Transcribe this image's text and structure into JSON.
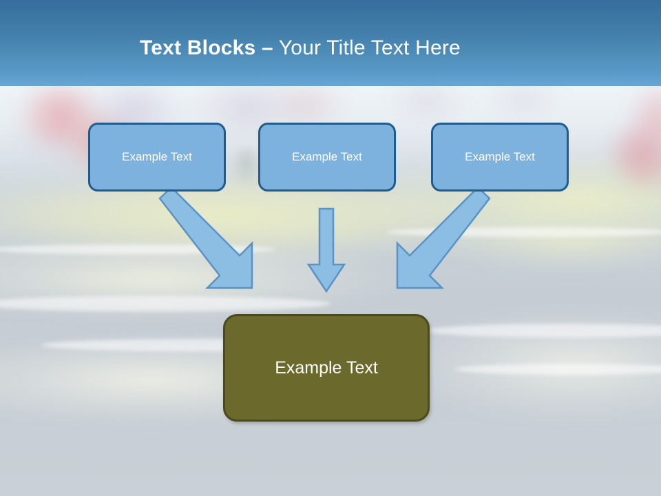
{
  "slide": {
    "title_bold": "Text Blocks –",
    "title_regular": " Your Title Text Here",
    "title_full": "Text Blocks – Your Title Text Here"
  },
  "header": {
    "band_color_top": "#366f9d",
    "band_color_bottom": "#6aa6d3"
  },
  "diagram": {
    "top_boxes": [
      {
        "label": "Example Text"
      },
      {
        "label": "Example Text"
      },
      {
        "label": "Example Text"
      }
    ],
    "bottom_box": {
      "label": "Example Text"
    },
    "arrows": [
      {
        "name": "arrow-left-diagonal",
        "direction": "down-right"
      },
      {
        "name": "arrow-middle-vertical",
        "direction": "down"
      },
      {
        "name": "arrow-right-diagonal",
        "direction": "down-left"
      }
    ]
  },
  "colors": {
    "blue_box_fill": "#7db2de",
    "blue_box_border": "#1f5b8c",
    "olive_box_fill": "#6b6a2c",
    "olive_box_border": "#4b4a1d",
    "arrow_fill": "#8cbde2",
    "arrow_border": "#5b92c4",
    "title_text": "#ffffff",
    "background": "#c5ccd4"
  }
}
